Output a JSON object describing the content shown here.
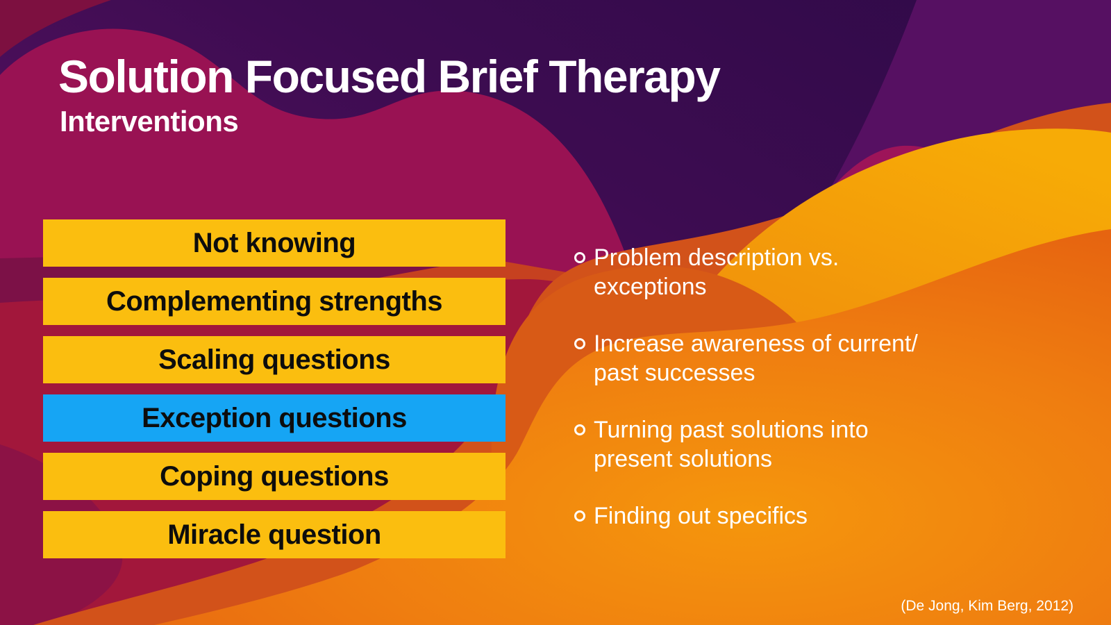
{
  "slide": {
    "title": "Solution Focused Brief Therapy",
    "subtitle": "Interventions",
    "citation": "(De Jong, Kim Berg, 2012)",
    "colors": {
      "button_yellow": "#FBBE0F",
      "button_blue": "#16A5F4",
      "button_text": "#0D0D0D",
      "text_white": "#FFFFFF",
      "bg_purple_dark": "#2F0A48",
      "bg_magenta": "#991253",
      "bg_crimson": "#A2173B",
      "bg_orange_bright": "#EF7D10",
      "bg_orange_dome": "#F7AB06"
    },
    "buttons": [
      {
        "label": "Not knowing",
        "variant": "yellow"
      },
      {
        "label": "Complementing strengths",
        "variant": "yellow"
      },
      {
        "label": "Scaling questions",
        "variant": "yellow"
      },
      {
        "label": "Exception questions",
        "variant": "blue"
      },
      {
        "label": "Coping questions",
        "variant": "yellow"
      },
      {
        "label": "Miracle question",
        "variant": "yellow"
      }
    ],
    "bullets": [
      {
        "line1": "Problem description vs.",
        "line2": "exceptions"
      },
      {
        "line1": "Increase awareness of current/",
        "line2": "past successes"
      },
      {
        "line1": "Turning past solutions into",
        "line2": "present solutions"
      },
      {
        "line1": "Finding out specifics",
        "line2": ""
      }
    ]
  }
}
